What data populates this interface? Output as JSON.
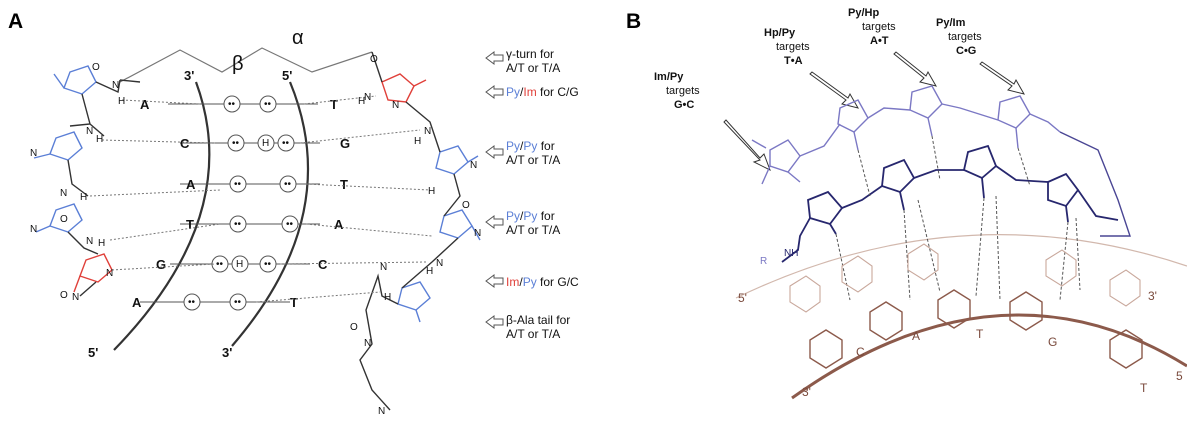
{
  "panel_a": {
    "label": "A",
    "greek": {
      "beta": "β",
      "alpha": "α"
    },
    "strand_ends": {
      "left_top": "3'",
      "right_top": "5'",
      "left_bottom": "5'",
      "right_bottom": "3'"
    },
    "base_pairs": [
      {
        "left": "A",
        "right": "T"
      },
      {
        "left": "C",
        "right": "G"
      },
      {
        "left": "A",
        "right": "T"
      },
      {
        "left": "T",
        "right": "A"
      },
      {
        "left": "G",
        "right": "C"
      },
      {
        "left": "A",
        "right": "T"
      }
    ],
    "annotations": [
      {
        "line1": "γ-turn for",
        "line2": "A/T or T/A"
      },
      {
        "ring1": "Py",
        "slash": "/",
        "ring2": "Im",
        "suffix": " for C/G"
      },
      {
        "ring1": "Py",
        "slash": "/",
        "ring2": "Py",
        "suffix": " for",
        "line2": "A/T or T/A"
      },
      {
        "ring1": "Py",
        "slash": "/",
        "ring2": "Py",
        "suffix": " for",
        "line2": "A/T or T/A"
      },
      {
        "ring1": "Im",
        "slash": "/",
        "ring2": "Py",
        "suffix": " for G/C"
      },
      {
        "line1": "β-Ala tail for",
        "line2": "A/T or T/A"
      }
    ],
    "atoms": {
      "N": "N",
      "H": "H",
      "O": "O",
      "Hd": "H"
    }
  },
  "panel_b": {
    "label": "B",
    "targets": [
      {
        "pair": "Im/Py",
        "word": "targets",
        "bases": "G•C"
      },
      {
        "pair": "Hp/Py",
        "word": "targets",
        "bases": "T•A"
      },
      {
        "pair": "Py/Hp",
        "word": "targets",
        "bases": "A•T"
      },
      {
        "pair": "Py/Im",
        "word": "targets",
        "bases": "C•G"
      }
    ],
    "dna_bases": [
      "C",
      "A",
      "T",
      "G",
      "T"
    ],
    "strand_ends": {
      "left_top": "5'",
      "left_bottom": "3'",
      "right_top": "3'",
      "right_bottom": "5"
    },
    "atoms": {
      "R": "R",
      "NH": "NH"
    }
  },
  "colors": {
    "blue": "#5b7fd6",
    "red": "#e0403a",
    "navy": "#27276e",
    "lavender": "#7b78c4",
    "brown": "#8c5a4b",
    "brown_light": "#c9a89c",
    "gray": "#808080"
  }
}
